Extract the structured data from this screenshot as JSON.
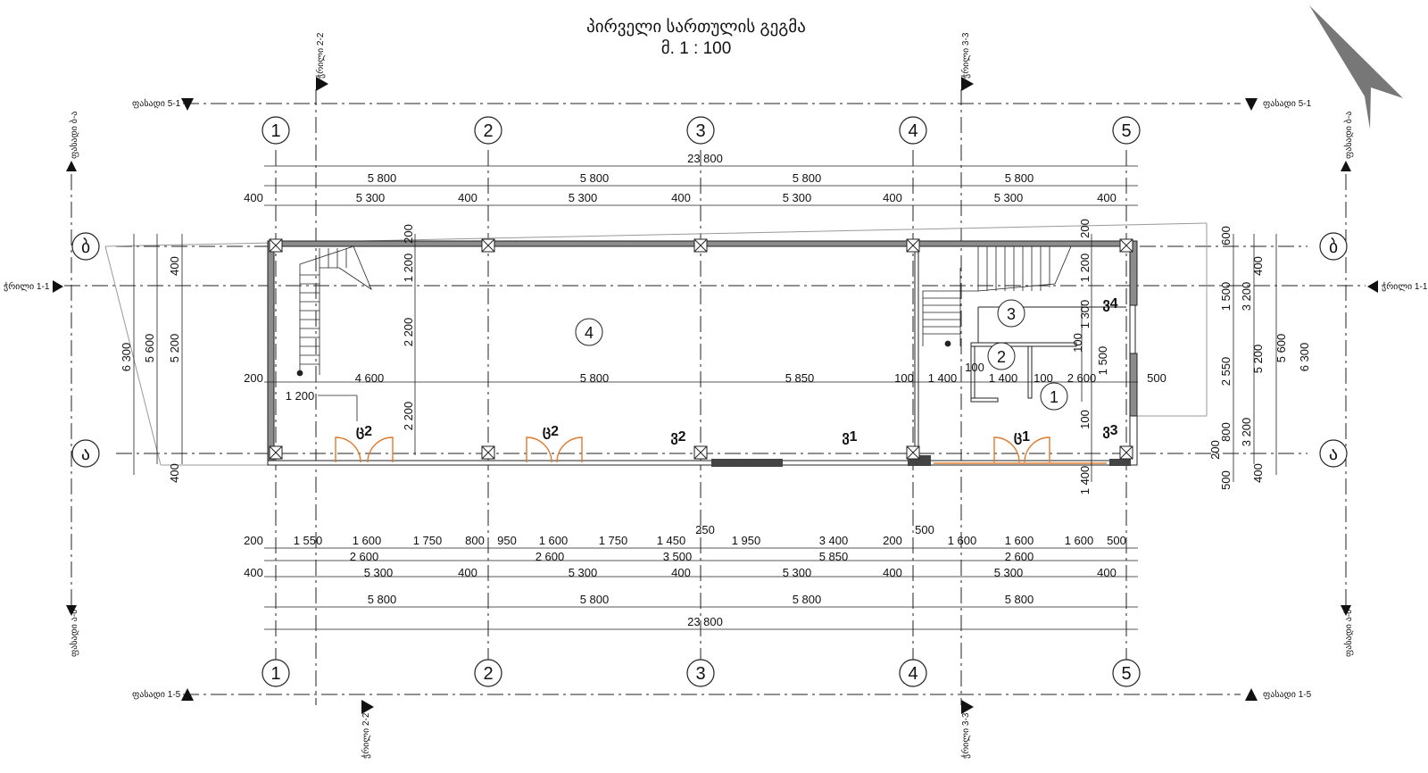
{
  "title": "პირველი სართულის გეგმა",
  "scale": "მ. 1 : 100",
  "section_marks": {
    "s22": "ჭრილი 2-2",
    "s33": "ჭრილი 3-3",
    "s11": "ჭრილი 1-1",
    "f51": "ფასადი 5-1",
    "f15": "ფასადი 1-5",
    "fba": "ფასადი ბ-ა",
    "fab": "ფასადი ა-ბ"
  },
  "axes_numeric": [
    "1",
    "2",
    "3",
    "4",
    "5"
  ],
  "axes_letter": [
    "ბ",
    "ა"
  ],
  "rooms": [
    "1",
    "2",
    "3",
    "4"
  ],
  "doors": [
    "ც2",
    "ც2",
    "ც1"
  ],
  "windows": [
    "ვ2",
    "ვ1",
    "ვ3",
    "ვ4"
  ],
  "dims": {
    "top_total": "23 800",
    "top_axes": [
      "5 800",
      "5 800",
      "5 800",
      "5 800"
    ],
    "top_detail": [
      "400",
      "5 300",
      "400",
      "5 300",
      "400",
      "5 300",
      "400",
      "5 300",
      "400"
    ],
    "mid": [
      "200",
      "4 600",
      "5 800",
      "5 850",
      "100",
      "1 400",
      "100",
      "1 400",
      "100",
      "2 600",
      "500"
    ],
    "interior": [
      "1 200",
      "100",
      "200",
      "1 200",
      "2 200",
      "2 200",
      "200",
      "1 200",
      "1 300",
      "100",
      "1 500",
      "100",
      "1 400"
    ],
    "bottom_r1": [
      "200",
      "1 550",
      "1 600",
      "1 750",
      "800",
      "950",
      "1 600",
      "1 750",
      "1 450",
      "250",
      "1 950",
      "3 400",
      "200",
      "500",
      "1 600",
      "1 600",
      "1 600",
      "500"
    ],
    "bottom_r2": [
      "2 600",
      "2 600",
      "3 500",
      "5 850",
      "2 600"
    ],
    "bottom_r3": [
      "400",
      "5 300",
      "400",
      "5 300",
      "400",
      "5 300",
      "400",
      "5 300",
      "400"
    ],
    "bottom_axes": [
      "5 800",
      "5 800",
      "5 800",
      "5 800"
    ],
    "bottom_total": "23 800",
    "left": [
      "6 300",
      "5 600",
      "5 200",
      "400",
      "400"
    ],
    "right_inner": [
      "600",
      "1 500",
      "2 550",
      "800",
      "200",
      "500"
    ],
    "right_mid": [
      "3 200",
      "3 200",
      "400",
      "400"
    ],
    "right_outer": [
      "5 200",
      "5 600",
      "6 300"
    ]
  },
  "colors": {
    "line": "#222222",
    "door": "#e07a2e",
    "wall_fill": "#8c8c8c",
    "faint": "#999999"
  }
}
